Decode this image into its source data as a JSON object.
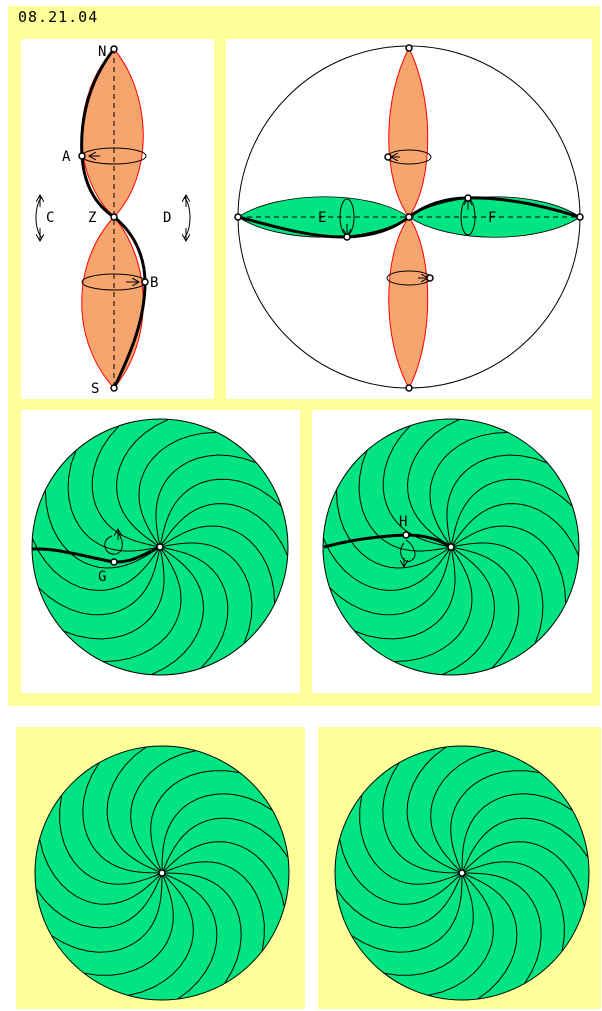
{
  "header": {
    "date_code": "08.21.04"
  },
  "labels": {
    "N": "N",
    "A": "A",
    "Z": "Z",
    "B": "B",
    "S": "S",
    "C": "C",
    "D": "D",
    "E": "E",
    "F": "F",
    "G": "G",
    "H": "H"
  },
  "colors": {
    "frame_yellow": "#ffff99",
    "petal_orange": "#f7a56e",
    "petal_outline": "#ff0000",
    "disc_green": "#00e582",
    "line": "#000000"
  },
  "spiral_disc": {
    "spoke_count": 16,
    "twist_degrees": 60
  }
}
